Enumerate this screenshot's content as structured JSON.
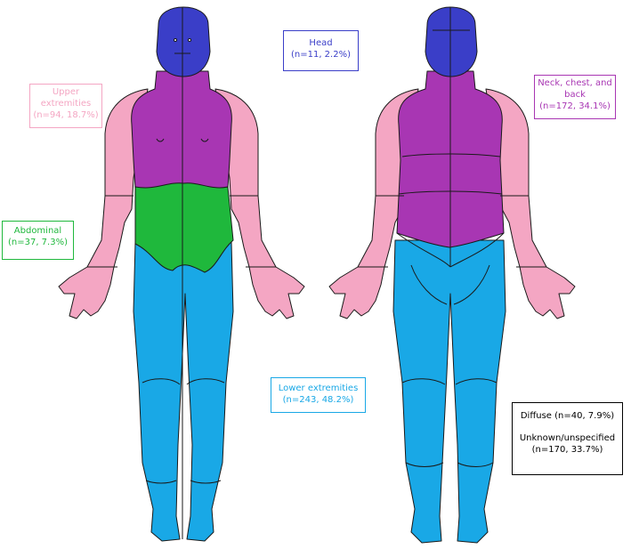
{
  "regions": {
    "head": {
      "title": "Head",
      "stat": "(n=11, 2.2%)",
      "color": "#3a3ec8"
    },
    "upper": {
      "title_1": "Upper",
      "title_2": "extremities",
      "stat": "(n=94, 18.7%)",
      "color": "#f4a6c3"
    },
    "neck": {
      "title_1": "Neck, chest, and",
      "title_2": "back",
      "stat": "(n=172, 34.1%)",
      "color": "#a836b3"
    },
    "abdominal": {
      "title": "Abdominal",
      "stat": "(n=37, 7.3%)",
      "color": "#1fb83c"
    },
    "lower": {
      "title": "Lower extremities",
      "stat": "(n=243, 48.2%)",
      "color": "#19a8e6"
    }
  },
  "other": {
    "diffuse": "Diffuse (n=40, 7.9%)",
    "unknown": "Unknown/unspecified",
    "unknown_stat": "(n=170, 33.7%)"
  }
}
